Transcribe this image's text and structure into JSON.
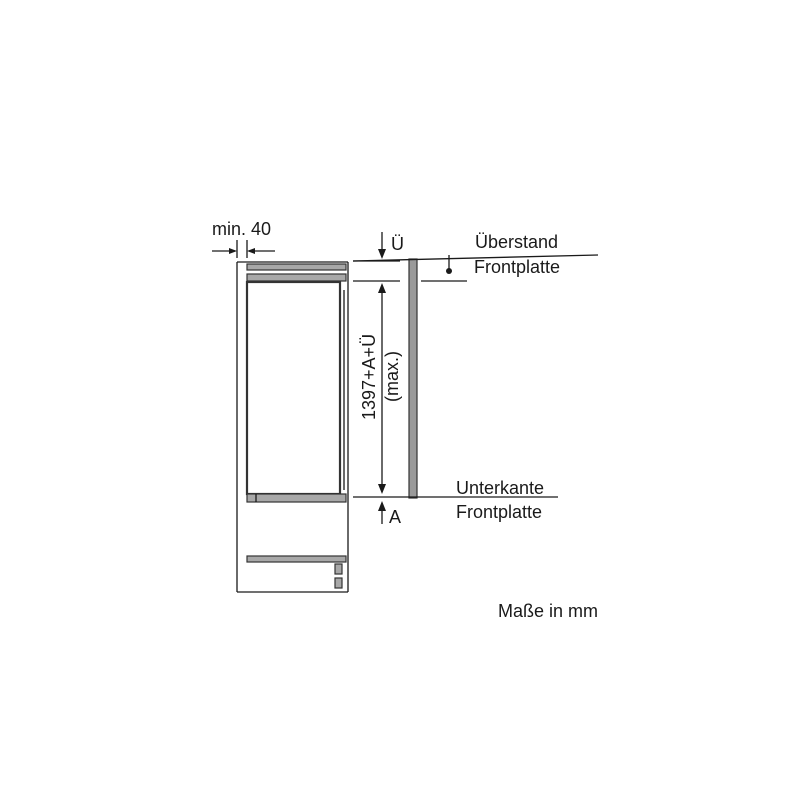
{
  "labels": {
    "min_gap": "min. 40",
    "overhang_symbol": "Ü",
    "overhang_title": "Überstand",
    "overhang_sub": "Frontplatte",
    "height_line1": "1397+A+Ü",
    "height_line2": "(max.)",
    "bottom_symbol": "A",
    "bottom_title": "Unterkante",
    "bottom_sub": "Frontplatte",
    "units_note": "Maße in mm"
  },
  "colors": {
    "line": "#1a1a1a",
    "panel_gray": "#9a9a9a"
  }
}
